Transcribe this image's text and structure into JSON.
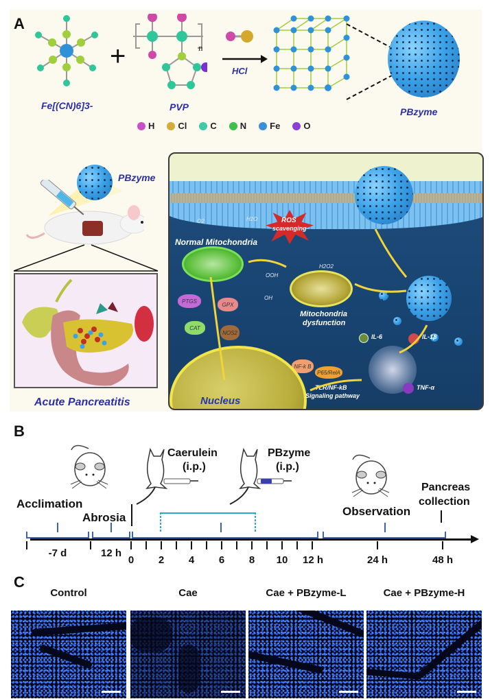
{
  "panels": {
    "a": {
      "letter": "A",
      "reagents": {
        "ferricyanide": "Fe[(CN)6]3-",
        "plus": "+",
        "pvp": "PVP",
        "pvp_subscript": "n",
        "reagent_arrow_label": "HCl",
        "product": "PBzyme"
      },
      "legend": [
        {
          "symbol": "H",
          "color": "#c84fc4"
        },
        {
          "symbol": "Cl",
          "color": "#d4ac3a"
        },
        {
          "symbol": "C",
          "color": "#3ec9a7"
        },
        {
          "symbol": "N",
          "color": "#3fbf4c"
        },
        {
          "symbol": "Fe",
          "color": "#3a8fd8"
        },
        {
          "symbol": "O",
          "color": "#8a3fd0"
        }
      ],
      "mouse_label": "PBzyme",
      "organ_label": "Acute Pancreatitis",
      "cell": {
        "normal_mito": "Normal Mitochondria",
        "ros_line1": "ROS",
        "ros_line2": "scavenging",
        "dys_mito_line1": "Mitochondria",
        "dys_mito_line2": "dysfunction",
        "nucleus": "Nucleus",
        "pathway_line1": "TLR/NF-kB",
        "pathway_line2": "Signaling pathway",
        "molecules": {
          "o2": "O2",
          "h2o": "H2O",
          "h2o2": "H2O2",
          "ooh": "OOH",
          "oh": "OH"
        },
        "proteins": [
          {
            "name": "PTGS",
            "color": "#c36ad6"
          },
          {
            "name": "GPX",
            "color": "#e88a8a"
          },
          {
            "name": "CAT",
            "color": "#8fdc6a"
          },
          {
            "name": "NOS2",
            "color": "#a06a3a"
          },
          {
            "name": "NF-k B",
            "color": "#f0a070"
          },
          {
            "name": "P65/RelA",
            "color": "#f0a030"
          },
          {
            "name": "TLR",
            "color": "#3ac04a"
          }
        ],
        "cytokines": [
          {
            "name": "IL-6",
            "color": "#6e8a3a"
          },
          {
            "name": "IL-1β",
            "color": "#d04a4a"
          },
          {
            "name": "TNF-α",
            "color": "#8a3ac0"
          }
        ]
      }
    },
    "b": {
      "letter": "B",
      "events": {
        "acclimation": "Acclimation",
        "abrosia": "Abrosia",
        "caerulein_line1": "Caerulein",
        "caerulein_line2": "(i.p.)",
        "pbzyme_line1": "PBzyme",
        "pbzyme_line2": "(i.p.)",
        "observation": "Observation",
        "collection_line1": "Pancreas",
        "collection_line2": "collection"
      },
      "ticks": [
        "-7 d",
        "12 h",
        "0",
        "2",
        "4",
        "6",
        "8",
        "10",
        "12 h",
        "24 h",
        "48 h"
      ]
    },
    "c": {
      "letter": "C",
      "images": [
        {
          "title": "Control"
        },
        {
          "title": "Cae"
        },
        {
          "title": "Cae + PBzyme-L"
        },
        {
          "title": "Cae + PBzyme-H"
        }
      ]
    }
  },
  "colors": {
    "label_blue": "#2a2fa8",
    "timeline_blue": "#3b62b0",
    "injection_cyan": "#2aa5d6",
    "nuclei_blue": "#3e7dff",
    "panel_bg": "#fcfaee"
  }
}
